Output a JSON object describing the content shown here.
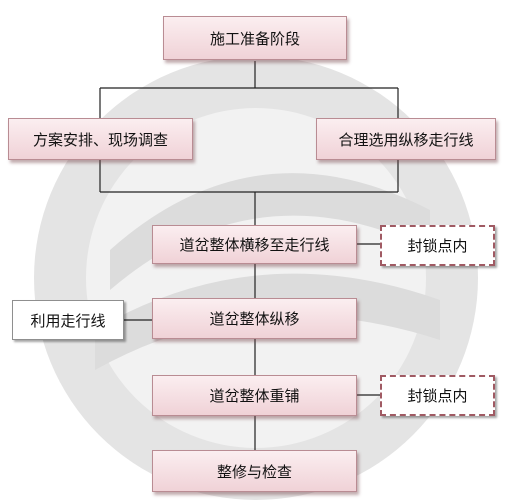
{
  "flowchart": {
    "prep_stage": "施工准备阶段",
    "plan_survey": "方案安排、现场调查",
    "select_track": "合理选用纵移走行线",
    "lateral_move": "道岔整体横移至走行线",
    "longitudinal_move": "道岔整体纵移",
    "relay": "道岔整体重铺",
    "inspect": "整修与检查",
    "use_track": "利用走行线",
    "closure_1": "封锁点内",
    "closure_2": "封锁点内"
  },
  "colors": {
    "box_fill_top": "#fbeef0",
    "box_fill_bottom": "#f0d2d7",
    "box_border": "#b98c93",
    "dashed_border": "#a05a63",
    "line": "#222222",
    "watermark": "#e3e3e3"
  }
}
